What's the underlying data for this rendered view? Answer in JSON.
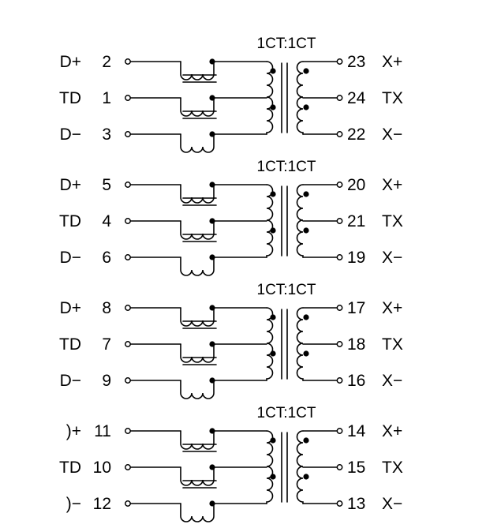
{
  "sections": [
    {
      "ratio": "1CT:1CT",
      "left": [
        {
          "label": "D+",
          "pin": "2"
        },
        {
          "label": "TD",
          "pin": "1"
        },
        {
          "label": "D−",
          "pin": "3"
        }
      ],
      "right": [
        {
          "pin": "23",
          "label": "X+"
        },
        {
          "pin": "24",
          "label": "TX"
        },
        {
          "pin": "22",
          "label": "X−"
        }
      ]
    },
    {
      "ratio": "1CT:1CT",
      "left": [
        {
          "label": "D+",
          "pin": "5"
        },
        {
          "label": "TD",
          "pin": "4"
        },
        {
          "label": "D−",
          "pin": "6"
        }
      ],
      "right": [
        {
          "pin": "20",
          "label": "X+"
        },
        {
          "pin": "21",
          "label": "TX"
        },
        {
          "pin": "19",
          "label": "X−"
        }
      ]
    },
    {
      "ratio": "1CT:1CT",
      "left": [
        {
          "label": "D+",
          "pin": "8"
        },
        {
          "label": "TD",
          "pin": "7"
        },
        {
          "label": "D−",
          "pin": "9"
        }
      ],
      "right": [
        {
          "pin": "17",
          "label": "X+"
        },
        {
          "pin": "18",
          "label": "TX"
        },
        {
          "pin": "16",
          "label": "X−"
        }
      ]
    },
    {
      "ratio": "1CT:1CT",
      "left": [
        {
          "label": ")+",
          "pin": "11"
        },
        {
          "label": "TD",
          "pin": "10"
        },
        {
          "label": ")−",
          "pin": "12"
        }
      ],
      "right": [
        {
          "pin": "14",
          "label": "X+"
        },
        {
          "pin": "15",
          "label": "TX"
        },
        {
          "pin": "13",
          "label": "X−"
        }
      ]
    }
  ]
}
